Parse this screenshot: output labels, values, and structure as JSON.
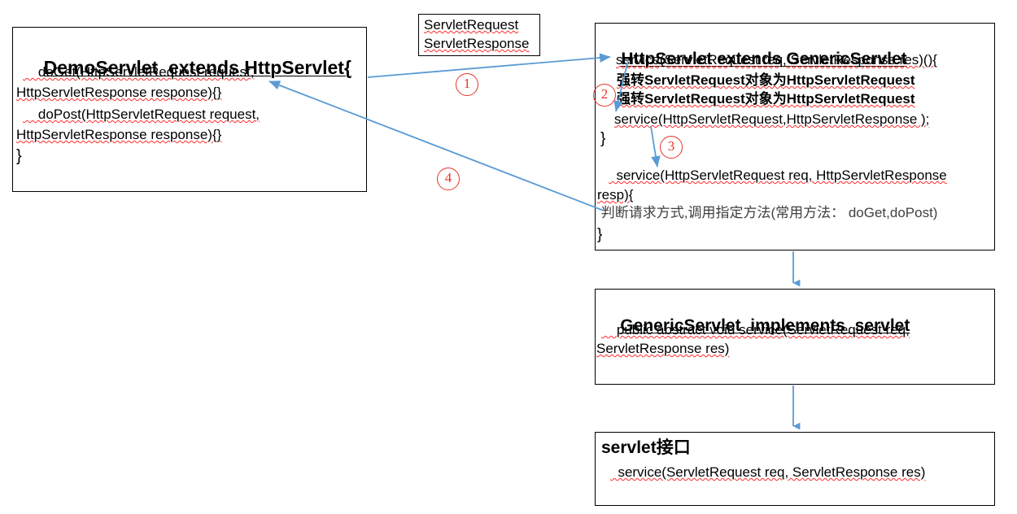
{
  "diagram": {
    "type": "class-hierarchy-flow",
    "accent_arrow_color": "#5b9bd5",
    "marker_color": "#e8342a",
    "box_border_color": "#000000",
    "spellcheck_underline_color": "#ff2a2a"
  },
  "boxes": {
    "demo_servlet": {
      "title": "DemoServlet  extends HttpServlet{",
      "lines": [
        "    doGet(HttpServletRequest request,",
        "HttpServletResponse response){}",
        "    doPost(HttpServletRequest request,",
        "HttpServletResponse response){}",
        "}"
      ]
    },
    "servlet_types": {
      "lines": [
        "ServletRequest",
        "ServletResponse"
      ]
    },
    "http_servlet": {
      "title": "HttpServlet extends GenericServlet",
      "line_service_sig": "service(ServletRequest req, ServletResponse res)(){",
      "line_cast_1": "强转ServletRequest对象为HttpServletRequest",
      "line_cast_2": "强转ServletRequest对象为HttpServletRequest",
      "line_service_call": "service(HttpServletRequest,HttpServletResponse );",
      "line_close_1": "}",
      "line_service2_a": "  service(HttpServletRequest req, HttpServletResponse",
      "line_service2_b": "resp){",
      "line_dispatch": " 判断请求方式,调用指定方法(常用方法： doGet,doPost)",
      "line_close_2": "}"
    },
    "generic_servlet": {
      "title": "GenericServlet  implements  servlet",
      "lines": [
        "    public abstract void service(ServletRequest req,",
        "ServletResponse res)"
      ]
    },
    "servlet_interface": {
      "title": "servlet接口",
      "lines": [
        "  service(ServletRequest req, ServletResponse res)"
      ]
    }
  },
  "markers": [
    {
      "id": "marker-1",
      "label": "①",
      "digit": "1"
    },
    {
      "id": "marker-2",
      "label": "②",
      "digit": "2"
    },
    {
      "id": "marker-3",
      "label": "③",
      "digit": "3"
    },
    {
      "id": "marker-4",
      "label": "④",
      "digit": "4"
    }
  ],
  "connectors": [
    {
      "name": "demo-to-httpservlet-service",
      "marker": "1"
    },
    {
      "name": "service-to-cast-call",
      "marker": "2"
    },
    {
      "name": "call-to-overloaded-service",
      "marker": "3"
    },
    {
      "name": "dispatch-back-to-demo-doget",
      "marker": "4"
    },
    {
      "name": "httpservlet-to-genericservlet",
      "marker": ""
    },
    {
      "name": "genericservlet-to-servlet-interface",
      "marker": ""
    }
  ]
}
